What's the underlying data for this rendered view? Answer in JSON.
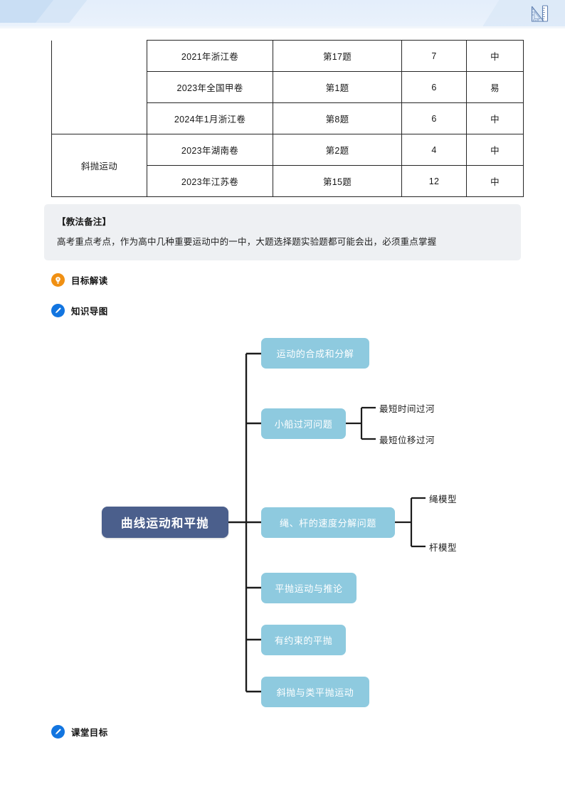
{
  "header": {
    "icon": "ruler-set-square-icon"
  },
  "exam_table": {
    "columns": [
      "knowledge_point",
      "exam_paper",
      "question_no",
      "score",
      "difficulty"
    ],
    "rows": [
      {
        "knowledge_point": "",
        "exam_paper": "2021年浙江卷",
        "question_no": "第17题",
        "score": "7",
        "difficulty": "中"
      },
      {
        "knowledge_point": "",
        "exam_paper": "2023年全国甲卷",
        "question_no": "第1题",
        "score": "6",
        "difficulty": "易"
      },
      {
        "knowledge_point": "",
        "exam_paper": "2024年1月浙江卷",
        "question_no": "第8题",
        "score": "6",
        "difficulty": "中"
      },
      {
        "knowledge_point": "斜抛运动",
        "exam_paper": "2023年湖南卷",
        "question_no": "第2题",
        "score": "4",
        "difficulty": "中"
      },
      {
        "knowledge_point": "",
        "exam_paper": "2023年江苏卷",
        "question_no": "第15题",
        "score": "12",
        "difficulty": "中"
      }
    ],
    "merged_label": "斜抛运动"
  },
  "notice": {
    "title": "【教法备注】",
    "text": "高考重点考点，作为高中几种重要运动中的一中，大题选择题实验题都可能会出，必须重点掌握"
  },
  "sections": [
    {
      "id": "goal",
      "label": "目标解读",
      "icon": "lightbulb-icon",
      "color": "#f09013"
    },
    {
      "id": "map",
      "label": "知识导图",
      "icon": "pencil-icon",
      "color": "#1275e0"
    },
    {
      "id": "class",
      "label": "课堂目标",
      "icon": "pencil-icon",
      "color": "#1275e0"
    }
  ],
  "mindmap": {
    "root": {
      "label": "曲线运动和平抛",
      "color": "#4b5f8c"
    },
    "branch_color": "#8ecadf",
    "branches": [
      {
        "label": "运动的合成和分解",
        "leaves": []
      },
      {
        "label": "小船过河问题",
        "leaves": [
          "最短时间过河",
          "最短位移过河"
        ]
      },
      {
        "label": "绳、杆的速度分解问题",
        "leaves": [
          "绳模型",
          "杆模型"
        ]
      },
      {
        "label": "平抛运动与推论",
        "leaves": []
      },
      {
        "label": "有约束的平抛",
        "leaves": []
      },
      {
        "label": "斜抛与类平抛运动",
        "leaves": []
      }
    ]
  }
}
